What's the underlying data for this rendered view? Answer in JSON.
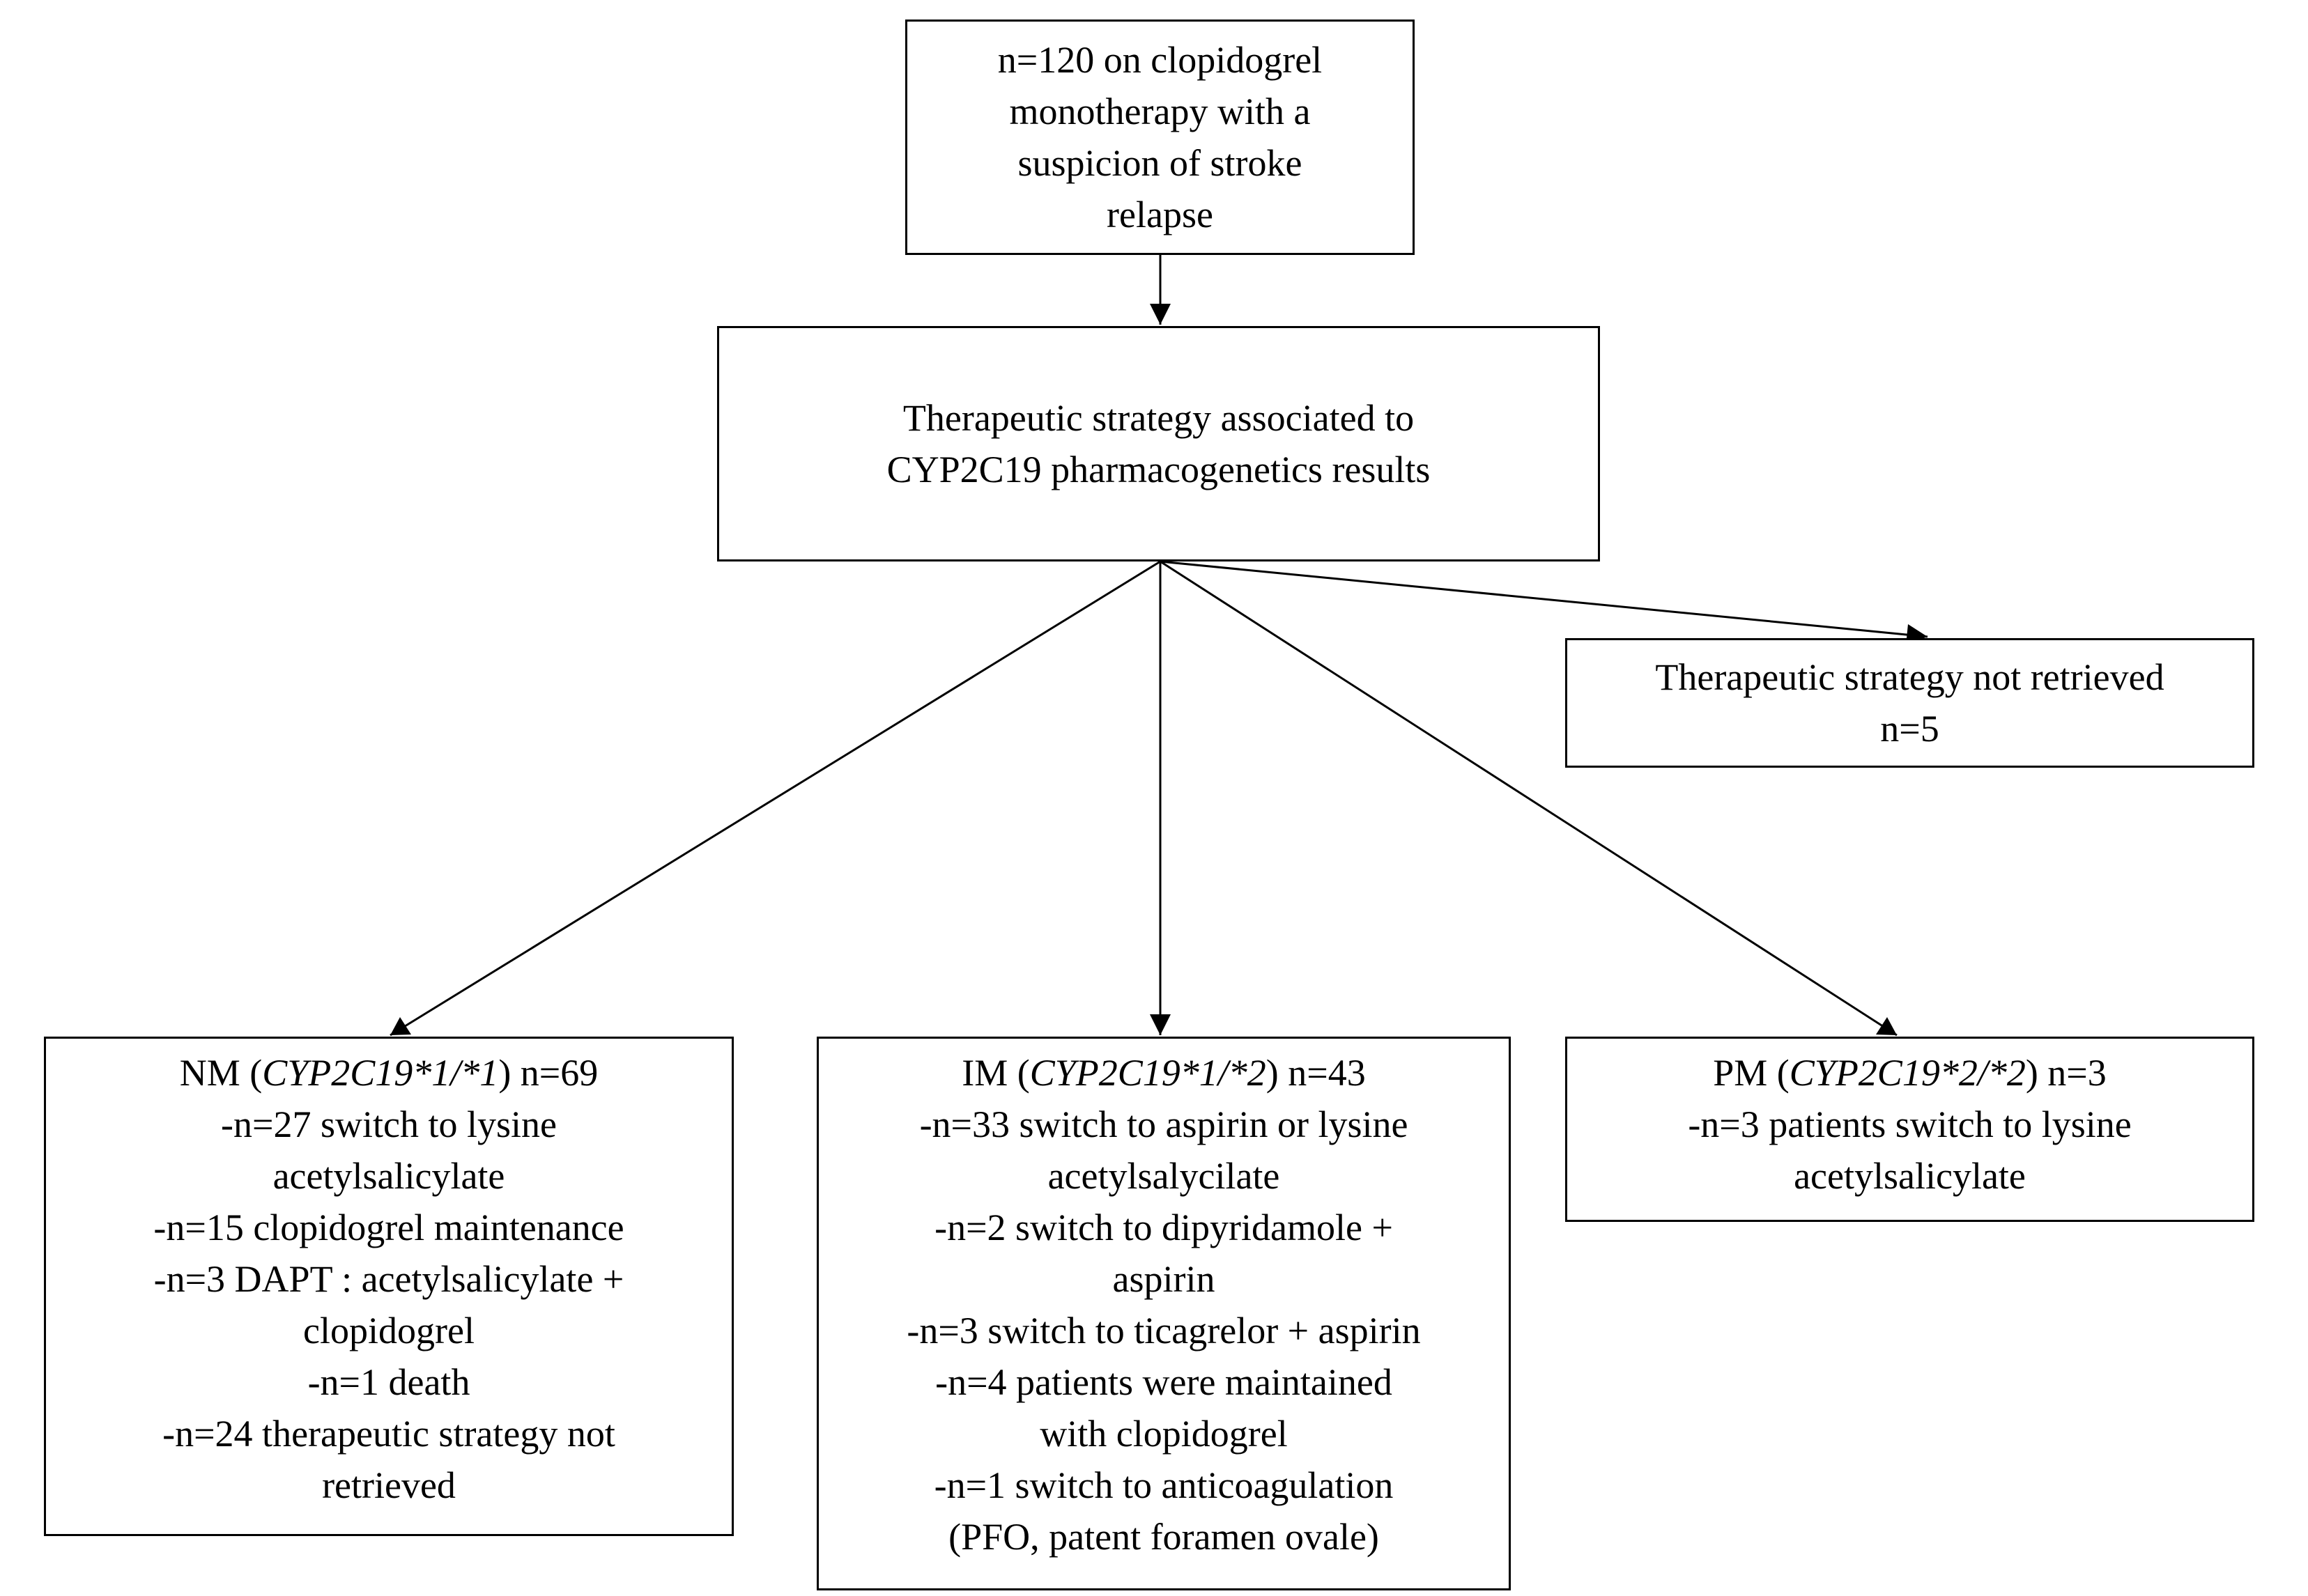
{
  "nodes": {
    "top": {
      "lines": [
        "n=120 on clopidogrel",
        "monotherapy  with  a",
        "suspicion  of  stroke",
        "relapse"
      ]
    },
    "mid": {
      "lines": [
        "Therapeutic  strategy  associated  to",
        "CYP2C19 pharmacogenetics  results"
      ]
    },
    "not_retrieved": {
      "lines": [
        "Therapeutic  strategy  not  retrieved",
        "n=5"
      ]
    },
    "nm": {
      "header": {
        "prefix": "NM (",
        "genotype": "CYP2C19*1/*1",
        "suffix": ") n=69"
      },
      "lines": [
        "-n=27  switch  to  lysine",
        "acetylsalicylate",
        "-n=15  clopidogrel  maintenance",
        "-n=3  DAPT  :  acetylsalicylate  +",
        "clopidogrel",
        "-n=1  death",
        "-n=24  therapeutic  strategy  not",
        "retrieved"
      ]
    },
    "im": {
      "header": {
        "prefix": "IM (",
        "genotype": "CYP2C19*1/*2",
        "suffix": ") n=43"
      },
      "lines": [
        "-n=33  switch  to  aspirin  or  lysine",
        "acetylsalycilate",
        "-n=2  switch  to  dipyridamole  +",
        "aspirin",
        "-n=3  switch  to  ticagrelor  +  aspirin",
        "-n=4  patients  were  maintained",
        "with  clopidogrel",
        "-n=1  switch  to  anticoagulation",
        "(PFO,  patent  foramen  ovale)"
      ]
    },
    "pm": {
      "header": {
        "prefix": "PM (",
        "genotype": "CYP2C19*2/*2",
        "suffix": ") n=3"
      },
      "lines": [
        "-n=3  patients  switch  to lysine",
        "acetylsalicylate"
      ]
    }
  },
  "colors": {
    "stroke": "#000000",
    "background": "#ffffff"
  }
}
